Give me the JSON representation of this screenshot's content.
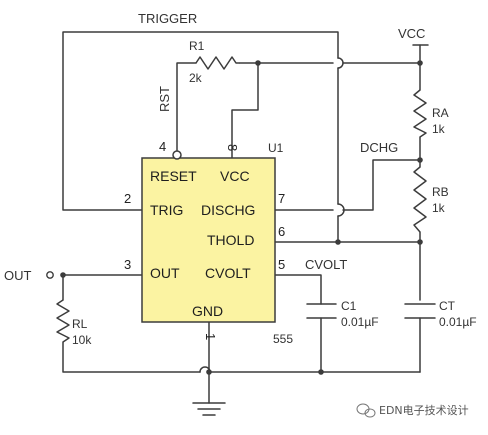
{
  "colors": {
    "wire": "#3c3c3c",
    "chip_fill": "#fbf3a2",
    "chip_stroke": "#3c3c3c",
    "background": "#ffffff"
  },
  "labels": {
    "trigger": "TRIGGER",
    "vcc": "VCC",
    "r1": "R1",
    "r1_value": "2k",
    "rst": "RST",
    "dchg": "DCHG",
    "ra": "RA",
    "ra_value": "1k",
    "rb": "RB",
    "rb_value": "1k",
    "cvolt": "CVOLT",
    "c1": "C1",
    "c1_value": "0.01µF",
    "ct": "CT",
    "ct_value": "0.01µF",
    "out": "OUT",
    "rl": "RL",
    "rl_value": "10k",
    "part_number": "555",
    "ref": "U1"
  },
  "chip": {
    "pins_text": {
      "reset": "RESET",
      "vcc": "VCC",
      "trig": "TRIG",
      "dischg": "DISCHG",
      "thold": "THOLD",
      "out": "OUT",
      "cvolt": "CVOLT",
      "gnd": "GND"
    },
    "pin_numbers": {
      "p1": "1",
      "p2": "2",
      "p3": "3",
      "p4": "4",
      "p5": "5",
      "p6": "6",
      "p7": "7",
      "p8": "8"
    }
  },
  "watermark": {
    "icon": "wechat-icon",
    "text": "EDN电子技术设计"
  }
}
